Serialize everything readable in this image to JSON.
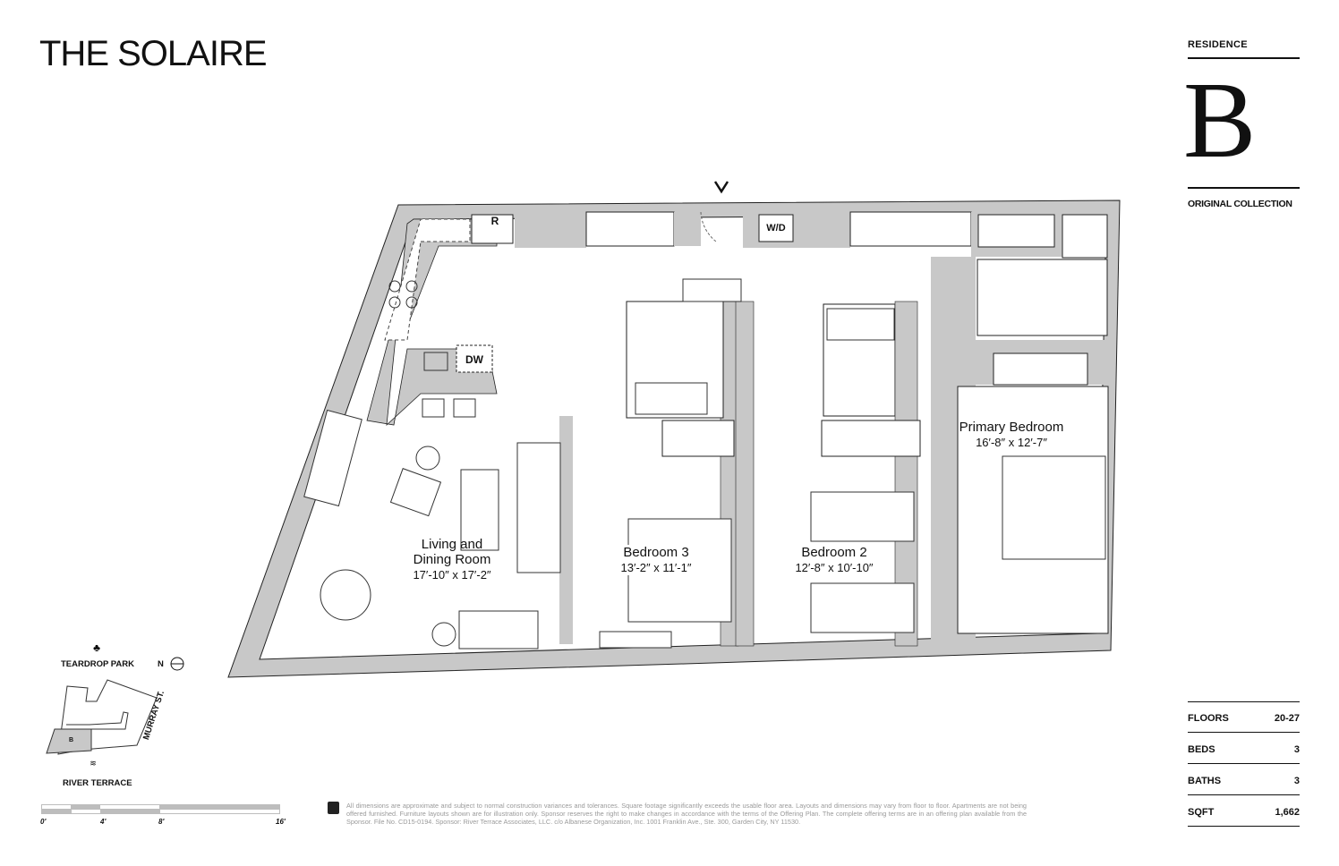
{
  "header": {
    "logo": "THE SOLAIRE"
  },
  "residence": {
    "label": "RESIDENCE",
    "letter": "B",
    "collection": "ORIGINAL COLLECTION"
  },
  "specs": [
    {
      "label": "FLOORS",
      "value": "20-27"
    },
    {
      "label": "BEDS",
      "value": "3"
    },
    {
      "label": "BATHS",
      "value": "3"
    },
    {
      "label": "SQFT",
      "value": "1,662"
    }
  ],
  "rooms": {
    "living": {
      "name1": "Living and",
      "name2": "Dining Room",
      "dims": "17′-10″ x 17′-2″"
    },
    "bedroom3": {
      "name": "Bedroom 3",
      "dims": "13′-2″ x 11′-1″"
    },
    "bedroom2": {
      "name": "Bedroom 2",
      "dims": "12′-8″ x 10′-10″"
    },
    "primary": {
      "name": "Primary Bedroom",
      "dims": "16′-8″ x 12′-7″"
    }
  },
  "appliances": {
    "fridge": "R",
    "dishwasher": "DW",
    "washer_dryer": "W/D"
  },
  "key_plan": {
    "north_label": "TEARDROP PARK",
    "south_label": "RIVER TERRACE",
    "street": "MURRAY ST.",
    "compass": "N",
    "unit": "B"
  },
  "scale": {
    "ticks": [
      "0'",
      "4'",
      "8'",
      "16'"
    ]
  },
  "disclaimer": "All dimensions are approximate and subject to normal construction variances and tolerances. Square footage significantly exceeds the usable floor area. Layouts and dimensions may vary from floor to floor. Apartments are not being offered furnished. Furniture layouts shown are for illustration only. Sponsor reserves the right to make changes in accordance with the terms of the Offering Plan. The complete offering terms are in an offering plan available from the Sponsor. File No. CD15-0194. Sponsor: River Terrace Associates, LLC. c/o Albanese Organization, Inc. 1001 Franklin Ave., Ste. 300, Garden City, NY 11530."
}
